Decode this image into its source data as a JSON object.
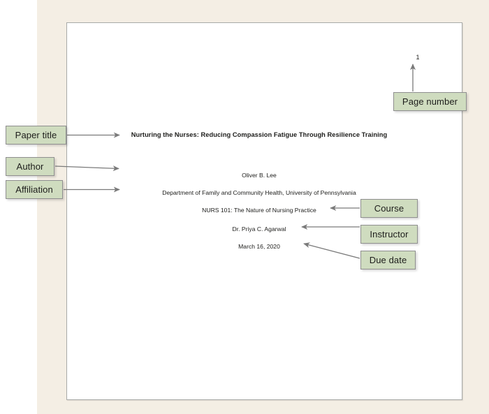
{
  "document": {
    "page_number": "1",
    "title": "Nurturing the Nurses: Reducing Compassion Fatigue Through Resilience Training",
    "author": "Oliver B. Lee",
    "affiliation": "Department of Family and Community Health, University of Pennsylvania",
    "course": "NURS 101: The Nature of Nursing Practice",
    "instructor": "Dr. Priya C. Agarwal",
    "due_date": "March 16, 2020"
  },
  "callouts": {
    "paper_title": "Paper title",
    "author": "Author",
    "affiliation": "Affiliation",
    "page_number": "Page number",
    "course": "Course",
    "instructor": "Instructor",
    "due_date": "Due date"
  },
  "colors": {
    "callout_fill": "#cfdcbf",
    "callout_border": "#8f8f8f",
    "arrow": "#7a7a7a",
    "page_border": "#a8aaa8",
    "background_band": "#f4eee4",
    "text": "#1d1d1b"
  }
}
